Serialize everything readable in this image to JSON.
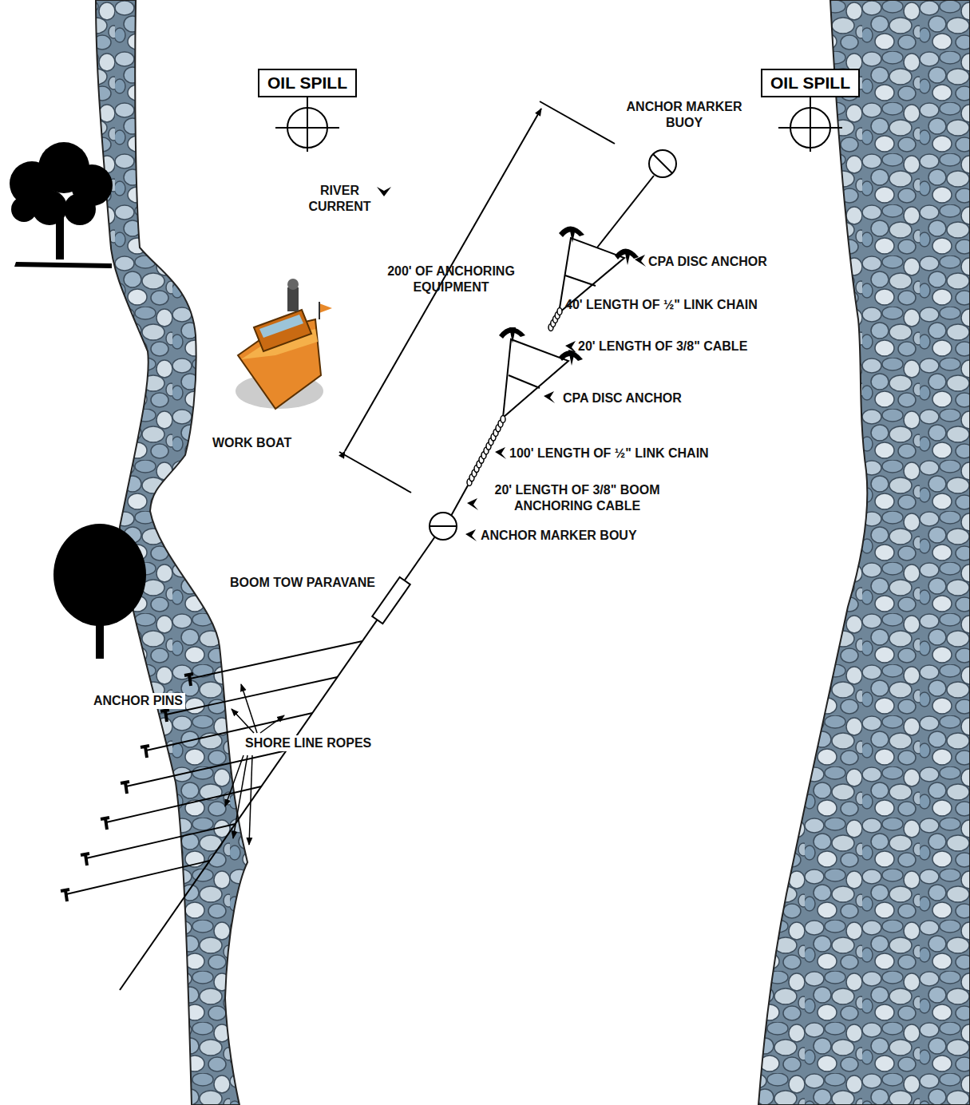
{
  "diagram": {
    "nodes": [
      {
        "text": [
          "OIL SPILL"
        ]
      },
      {
        "text": [
          "OIL SPILL"
        ]
      }
    ],
    "labels": [
      "ANCHOR MARKER BUOY",
      "RIVER CURRENT",
      "200' OF ANCHORING EQUIPMENT",
      "CPA DISC ANCHOR",
      "40' LENGTH OF ½\" LINK CHAIN",
      "20' LENGTH OF 3/8\" CABLE",
      "CPA DISC ANCHOR",
      "WORK BOAT",
      "100' LENGTH OF ½\" LINK CHAIN",
      "20' LENGTH OF 3/8\" BOOM ANCHORING CABLE",
      "ANCHOR MARKER BOUY",
      "BOOM TOW PARAVANE",
      "ANCHOR PINS",
      "SHORE LINE ROPES"
    ]
  }
}
